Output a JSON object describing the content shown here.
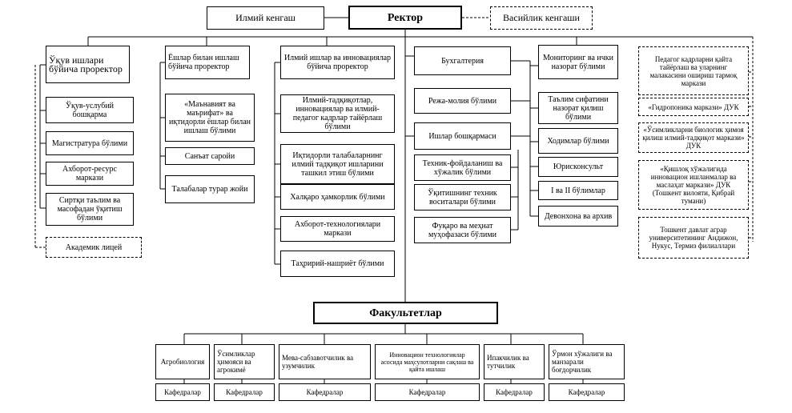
{
  "top": {
    "council": "Илмий кенгаш",
    "rector": "Ректор",
    "trustees": "Васийлик кенгаши"
  },
  "col1": {
    "head": "Ўқув ишлари бўйича проректор",
    "items": [
      "Ўқув-услубий бошқарма",
      "Магистратура бўлими",
      "Ахборот-ресурс маркази",
      "Сиртқи таълим ва масофадан ўқитиш бўлими"
    ],
    "dashed": "Академик лицей"
  },
  "col2": {
    "head": "Ёшлар билан ишлаш бўйича проректор",
    "items": [
      "«Маънавият ва маърифат» ва иқтидорли ёшлар билан ишлаш бўлими",
      "Санъат саройи",
      "Талабалар турар жойи"
    ]
  },
  "col3": {
    "head": "Илмий ишлар ва инновациялар бўйича проректор",
    "items": [
      "Илмий-тадқиқотлар, инновациялар ва илмий-педагог кадрлар тайёрлаш бўлими",
      "Иқтидорли талабаларнинг илмий тадқиқот ишларини ташкил этиш бўлими",
      "Халқаро ҳамкорлик бўлими",
      "Ахборот-технологиялари маркази",
      "Таҳририй-нашриёт бўлими"
    ]
  },
  "col4": {
    "items": [
      "Бухгалтерия",
      "Режа-молия бўлими",
      "Ишлар бошқармаси",
      "Техник-фойдаланиш ва хўжалик бўлими",
      "Ўқитишнинг техник воситалари бўлими",
      "Фуқаро ва меҳнат муҳофазаси бўлими"
    ]
  },
  "col5": {
    "items": [
      "Мониторинг ва ички назорат бўлими",
      "Таълим сифатини назорат қилиш бўлими",
      "Ходимлар бўлими",
      "Юрисконсульт",
      "I ва II бўлимлар",
      "Девонхона ва архив"
    ]
  },
  "col6": {
    "items": [
      "Педагог кадрларни қайта тайёрлаш ва уларнинг малакасини ошириш тармоқ маркази",
      "«Гидропоника маркази» ДУК",
      "«Ўсимликларни биологик ҳимоя қилиш илмий-тадқиқот маркази» ДУК",
      "«Қишлоқ хўжалигида инновацион ишланмалар ва маслаҳат маркази» ДУК (Тошкент вилояти, Қибрай тумани)",
      "Тошкент давлат аграр университетининг Андижон, Нукус, Термиз филиаллари"
    ]
  },
  "faculties": {
    "title": "Факультетлар",
    "items": [
      "Агробиология",
      "Ўсимликлар ҳимояси ва агрокимё",
      "Мева-сабзавотчилик ва узумчилик",
      "Инновацион технологиялар асосида маҳсулотларни сақлаш ва қайта ишлаш",
      "Ипакчилик ва тутчилик",
      "Ўрмон хўжалиги ва манзарали боғдорчилик"
    ],
    "departments": "Кафедралар"
  }
}
